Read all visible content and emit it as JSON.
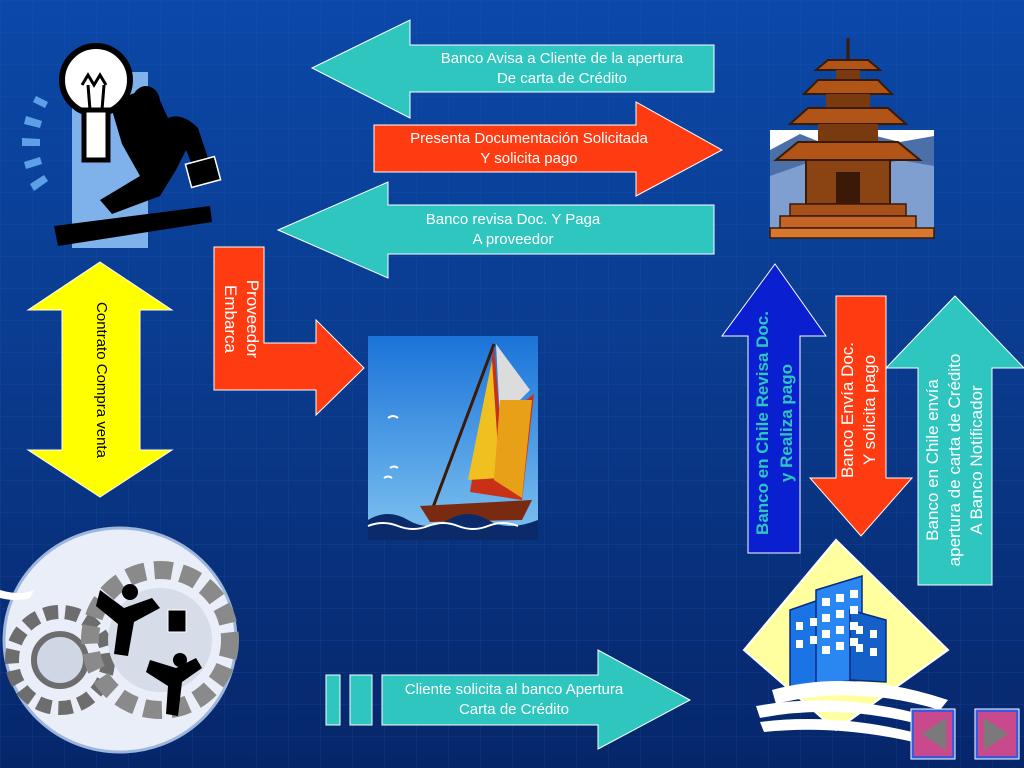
{
  "colors": {
    "background": "#0b3580",
    "teal": "#2fc6c0",
    "red": "#ff3b12",
    "yellow": "#ffff00",
    "blue": "#0a1fd0",
    "text_light": "#ffffff",
    "text_dark": "#000000"
  },
  "arrows": {
    "banco_avisa": {
      "line1": "Banco Avisa a Cliente de la apertura",
      "line2": "De carta de Crédito"
    },
    "presenta_doc": {
      "line1": "Presenta Documentación Solicitada",
      "line2": "Y solicita pago"
    },
    "banco_revisa": {
      "line1": "Banco revisa Doc. Y Paga",
      "line2": "A proveedor"
    },
    "proveedor_embarca": {
      "line1": "Proveedor",
      "line2": "Embarca"
    },
    "contrato": {
      "text": "Contrato Compra venta"
    },
    "banco_chile_revisa": {
      "line1": "Banco en Chile Revisa Doc.",
      "line2": "y Realiza pago"
    },
    "banco_envia": {
      "line1": "Banco Envía Doc.",
      "line2": "Y solicita pago"
    },
    "banco_chile_envia": {
      "line1": "Banco en Chile envía",
      "line2": "apertura de carta de Crédito",
      "line3": "A Banco Notificador"
    },
    "cliente_solicita": {
      "line1": "Cliente solicita al banco Apertura",
      "line2": "Carta de Crédito"
    }
  },
  "icons": {
    "businessman": "businessman-lightbulb-icon",
    "pagoda": "pagoda-icon",
    "sailboat": "sailboat-icon",
    "gears": "gears-businessmen-icon",
    "buildings": "buildings-icon",
    "prev": "previous-slide-icon",
    "next": "next-slide-icon"
  }
}
